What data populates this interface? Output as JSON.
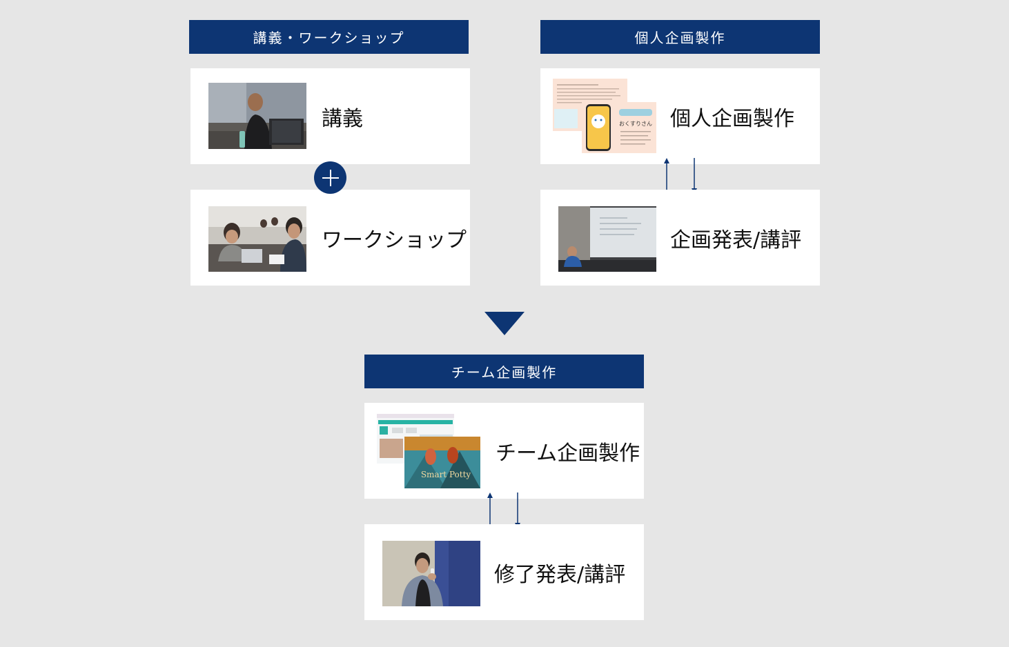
{
  "sections": {
    "lecture_workshop": {
      "header": "講義・ワークショップ",
      "cards": [
        {
          "label": "講義"
        },
        {
          "label": "ワークショップ"
        }
      ]
    },
    "personal_project": {
      "header": "個人企画製作",
      "cards": [
        {
          "label": "個人企画製作"
        },
        {
          "label": "企画発表/講評"
        }
      ]
    },
    "team_project": {
      "header": "チーム企画製作",
      "cards": [
        {
          "label": "チーム企画製作"
        },
        {
          "label": "修了発表/講評"
        }
      ]
    }
  },
  "photo_texts": {
    "app_title": "おくすりさん",
    "poster_title": "Smart Potty"
  },
  "colors": {
    "navy": "#0d3573",
    "background": "#e6e6e6",
    "card": "#ffffff"
  },
  "icons": [
    "plus-icon",
    "arrow-up-icon",
    "arrow-down-icon",
    "triangle-down-icon"
  ]
}
